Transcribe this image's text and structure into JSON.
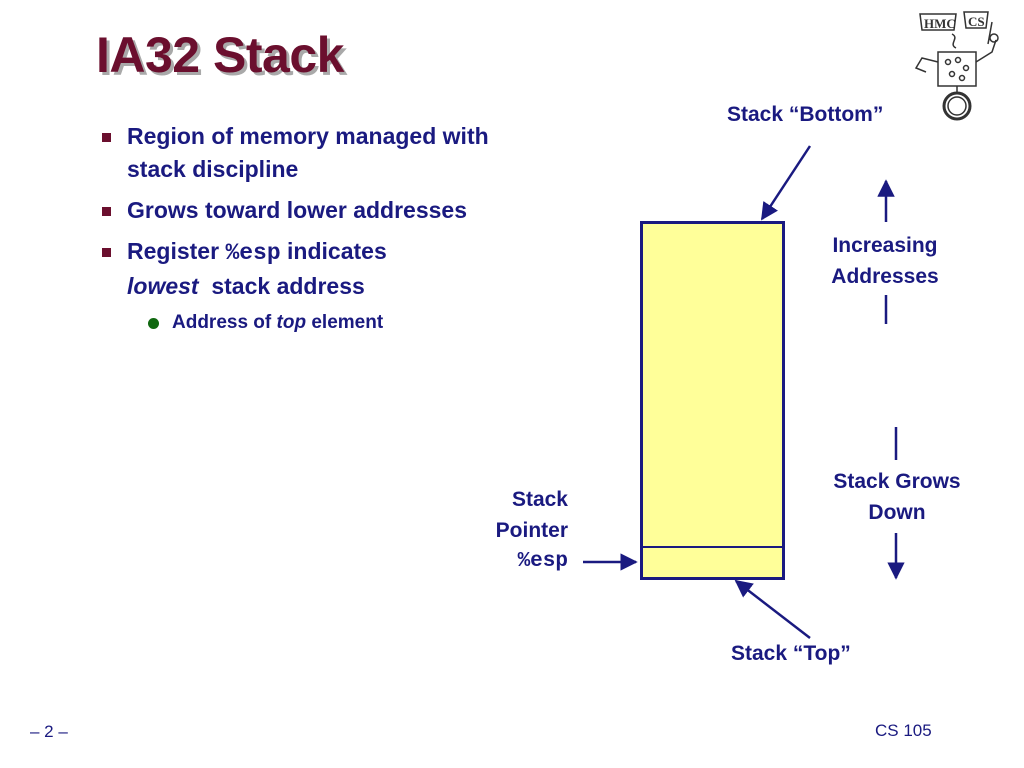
{
  "slide": {
    "title": "IA32 Stack",
    "footer_left": "– 2 –",
    "footer_right": "CS 105"
  },
  "bullets": [
    {
      "text": "Region of memory managed with stack discipline"
    },
    {
      "text": "Grows toward lower addresses"
    },
    {
      "prefix": "Register",
      "register": "%esp",
      "suffix": "indicates",
      "emphasis": "lowest",
      "tail": "stack address",
      "sub": {
        "prefix": "Address of",
        "emphasis": "top",
        "suffix": "element"
      }
    }
  ],
  "diagram": {
    "stack_bottom_label": "Stack “Bottom”",
    "stack_top_label": "Stack “Top”",
    "increasing_line1": "Increasing",
    "increasing_line2": "Addresses",
    "grows_line1": "Stack Grows",
    "grows_line2": "Down",
    "pointer_line1": "Stack",
    "pointer_line2": "Pointer",
    "pointer_register": "%esp",
    "colors": {
      "stack_fill": "#ffff99",
      "outline": "#1a1a80"
    }
  },
  "logo": {
    "text": "HMC CS",
    "icon": "hmc-cs-robot-logo"
  }
}
